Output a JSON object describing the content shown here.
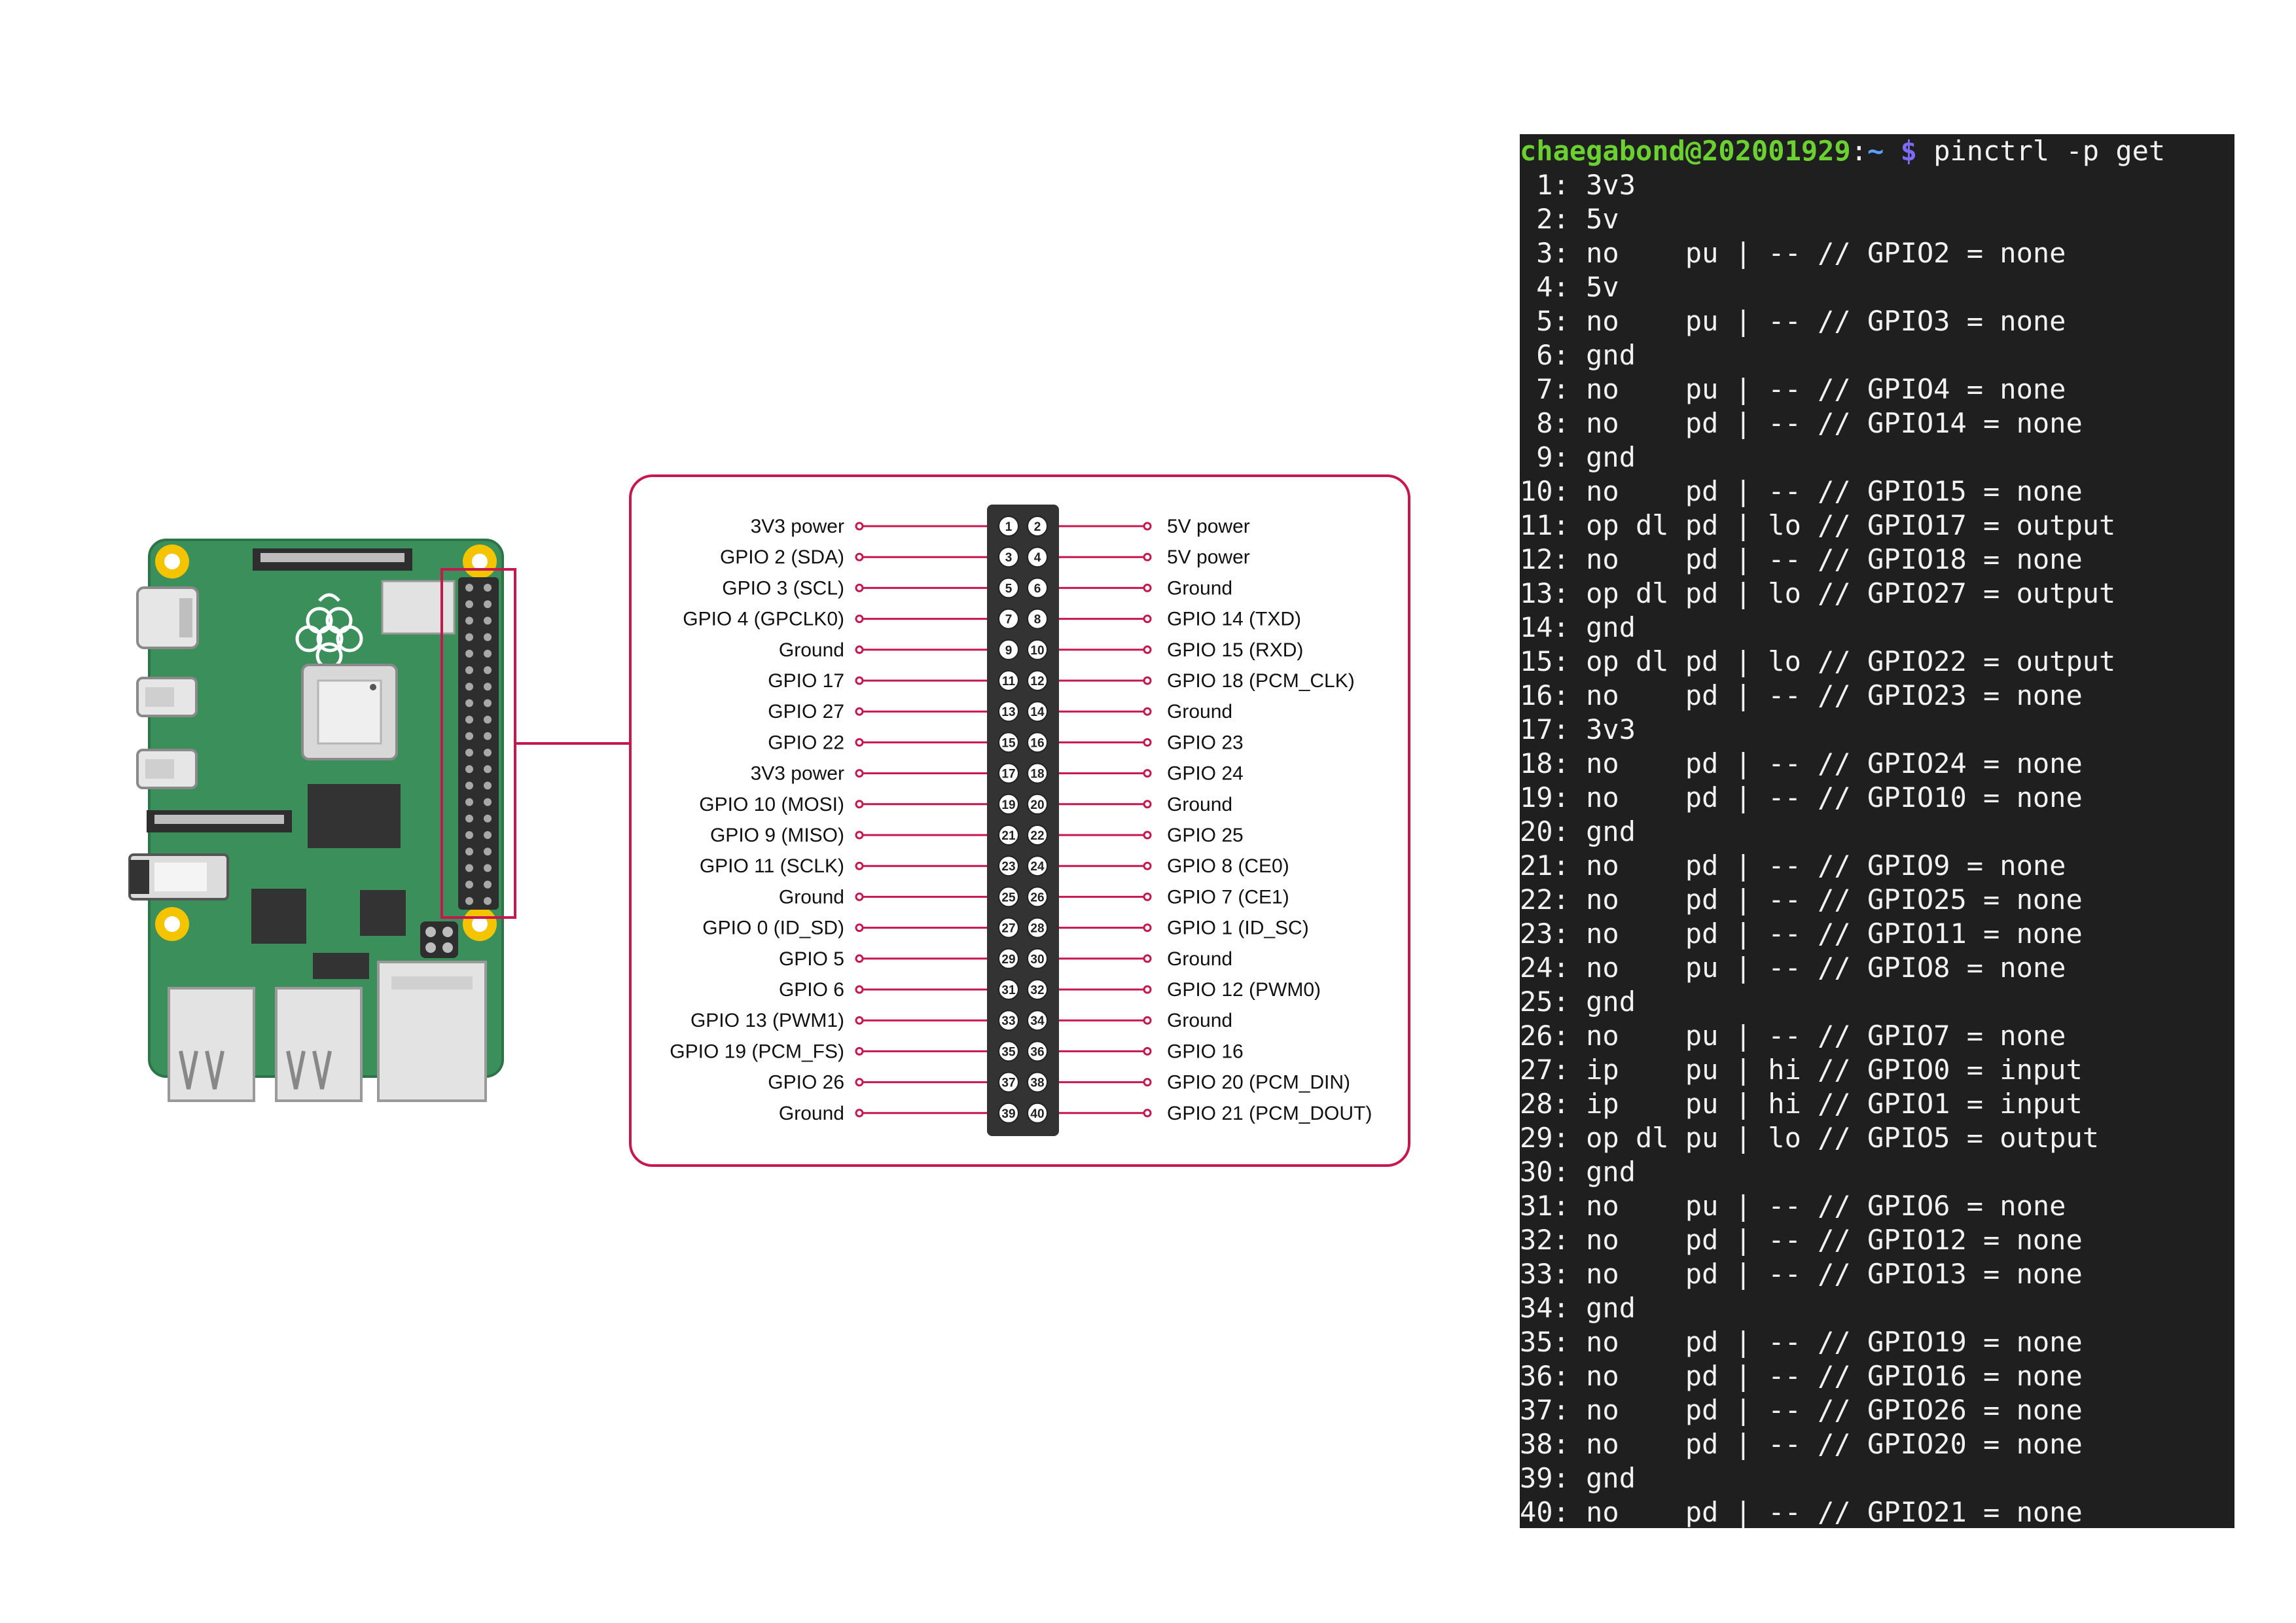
{
  "pinout": {
    "pins_left": [
      "3V3 power",
      "GPIO 2 (SDA)",
      "GPIO 3 (SCL)",
      "GPIO 4 (GPCLK0)",
      "Ground",
      "GPIO 17",
      "GPIO 27",
      "GPIO 22",
      "3V3 power",
      "GPIO 10 (MOSI)",
      "GPIO 9 (MISO)",
      "GPIO 11 (SCLK)",
      "Ground",
      "GPIO 0 (ID_SD)",
      "GPIO 5",
      "GPIO 6",
      "GPIO 13 (PWM1)",
      "GPIO 19 (PCM_FS)",
      "GPIO 26",
      "Ground"
    ],
    "pins_right": [
      "5V power",
      "5V power",
      "Ground",
      "GPIO 14 (TXD)",
      "GPIO 15 (RXD)",
      "GPIO 18 (PCM_CLK)",
      "Ground",
      "GPIO 23",
      "GPIO 24",
      "Ground",
      "GPIO 25",
      "GPIO 8 (CE0)",
      "GPIO 7 (CE1)",
      "GPIO 1 (ID_SC)",
      "Ground",
      "GPIO 12 (PWM0)",
      "Ground",
      "GPIO 16",
      "GPIO 20 (PCM_DIN)",
      "GPIO 21 (PCM_DOUT)"
    ],
    "pin_numbers_left": [
      "1",
      "3",
      "5",
      "7",
      "9",
      "11",
      "13",
      "15",
      "17",
      "19",
      "21",
      "23",
      "25",
      "27",
      "29",
      "31",
      "33",
      "35",
      "37",
      "39"
    ],
    "pin_numbers_right": [
      "2",
      "4",
      "6",
      "8",
      "10",
      "12",
      "14",
      "16",
      "18",
      "20",
      "22",
      "24",
      "26",
      "28",
      "30",
      "32",
      "34",
      "36",
      "38",
      "40"
    ]
  },
  "colors": {
    "accent": "#c8174f",
    "board_green": "#3a8f5a",
    "mount_hole": "#f5c400",
    "terminal_bg": "#1f1f1f",
    "prompt_user": "#6bd130",
    "prompt_path": "#5aa0ff",
    "prompt_dollar": "#7c6cf5"
  },
  "icons": {
    "raspberry_logo": "raspberry-pi-logo-icon"
  },
  "terminal": {
    "prompt_user": "chaegabond@202001929",
    "prompt_sep": ":",
    "prompt_path": "~",
    "prompt_symbol": " $ ",
    "command": "pinctrl -p get",
    "lines": [
      " 1: 3v3",
      " 2: 5v",
      " 3: no    pu | -- // GPIO2 = none",
      " 4: 5v",
      " 5: no    pu | -- // GPIO3 = none",
      " 6: gnd",
      " 7: no    pu | -- // GPIO4 = none",
      " 8: no    pd | -- // GPIO14 = none",
      " 9: gnd",
      "10: no    pd | -- // GPIO15 = none",
      "11: op dl pd | lo // GPIO17 = output",
      "12: no    pd | -- // GPIO18 = none",
      "13: op dl pd | lo // GPIO27 = output",
      "14: gnd",
      "15: op dl pd | lo // GPIO22 = output",
      "16: no    pd | -- // GPIO23 = none",
      "17: 3v3",
      "18: no    pd | -- // GPIO24 = none",
      "19: no    pd | -- // GPIO10 = none",
      "20: gnd",
      "21: no    pd | -- // GPIO9 = none",
      "22: no    pd | -- // GPIO25 = none",
      "23: no    pd | -- // GPIO11 = none",
      "24: no    pu | -- // GPIO8 = none",
      "25: gnd",
      "26: no    pu | -- // GPIO7 = none",
      "27: ip    pu | hi // GPIO0 = input",
      "28: ip    pu | hi // GPIO1 = input",
      "29: op dl pu | lo // GPIO5 = output",
      "30: gnd",
      "31: no    pu | -- // GPIO6 = none",
      "32: no    pd | -- // GPIO12 = none",
      "33: no    pd | -- // GPIO13 = none",
      "34: gnd",
      "35: no    pd | -- // GPIO19 = none",
      "36: no    pd | -- // GPIO16 = none",
      "37: no    pd | -- // GPIO26 = none",
      "38: no    pd | -- // GPIO20 = none",
      "39: gnd",
      "40: no    pd | -- // GPIO21 = none"
    ]
  }
}
